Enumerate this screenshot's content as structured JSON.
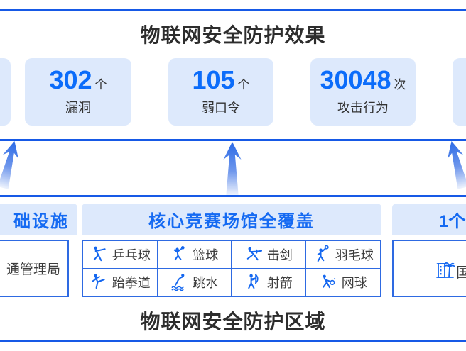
{
  "header": {
    "title": "物联网安全防护效果"
  },
  "stats": {
    "cards": [
      {
        "value": "302",
        "unit": "个",
        "label": "漏洞"
      },
      {
        "value": "105",
        "unit": "个",
        "label": "弱口令"
      },
      {
        "value": "30048",
        "unit": "次",
        "label": "攻击行为"
      }
    ]
  },
  "flow": {
    "arrow_icons": [
      "up-arrow-left-icon",
      "up-arrow-middle-icon",
      "up-arrow-right-icon"
    ]
  },
  "zones": {
    "left_card": {
      "title": "础设施",
      "item": "通管理局"
    },
    "venues_card": {
      "title": "核心竞赛场馆全覆盖",
      "sports": [
        {
          "name": "乒乓球",
          "icon": "table-tennis-icon"
        },
        {
          "name": "篮球",
          "icon": "basketball-icon"
        },
        {
          "name": "击剑",
          "icon": "fencing-icon"
        },
        {
          "name": "羽毛球",
          "icon": "badminton-icon"
        },
        {
          "name": "跆拳道",
          "icon": "taekwondo-icon"
        },
        {
          "name": "跳水",
          "icon": "diving-icon"
        },
        {
          "name": "射箭",
          "icon": "archery-icon"
        },
        {
          "name": "网球",
          "icon": "tennis-icon"
        }
      ]
    },
    "right_card": {
      "title": "1个",
      "item": "国",
      "icon": "building-icon"
    }
  },
  "footer": {
    "title": "物联网安全防护区域"
  },
  "colors": {
    "line_blue": "#1659e6",
    "border_blue": "#2e6ae2",
    "text_blue": "#156af2",
    "value_blue": "#0b6cfa",
    "card_bg": "#dde9fc",
    "text_dark": "#333333"
  }
}
